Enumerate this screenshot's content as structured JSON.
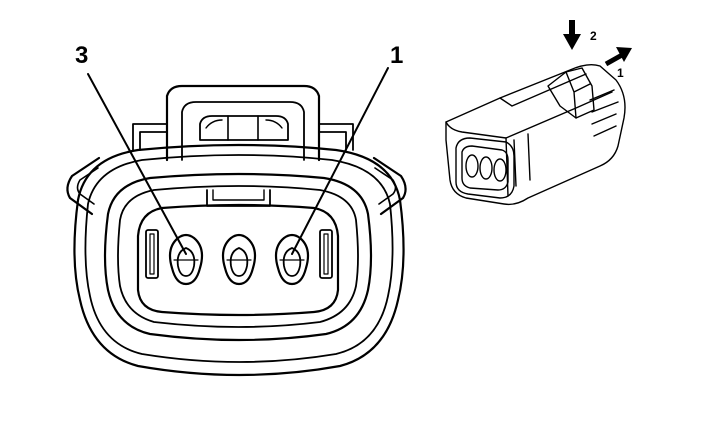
{
  "diagram": {
    "front_view": {
      "pin_labels": [
        {
          "text": "3"
        },
        {
          "text": "1"
        }
      ]
    },
    "iso_view": {
      "arrow_labels": [
        {
          "text": "2"
        },
        {
          "text": "1"
        }
      ]
    }
  }
}
